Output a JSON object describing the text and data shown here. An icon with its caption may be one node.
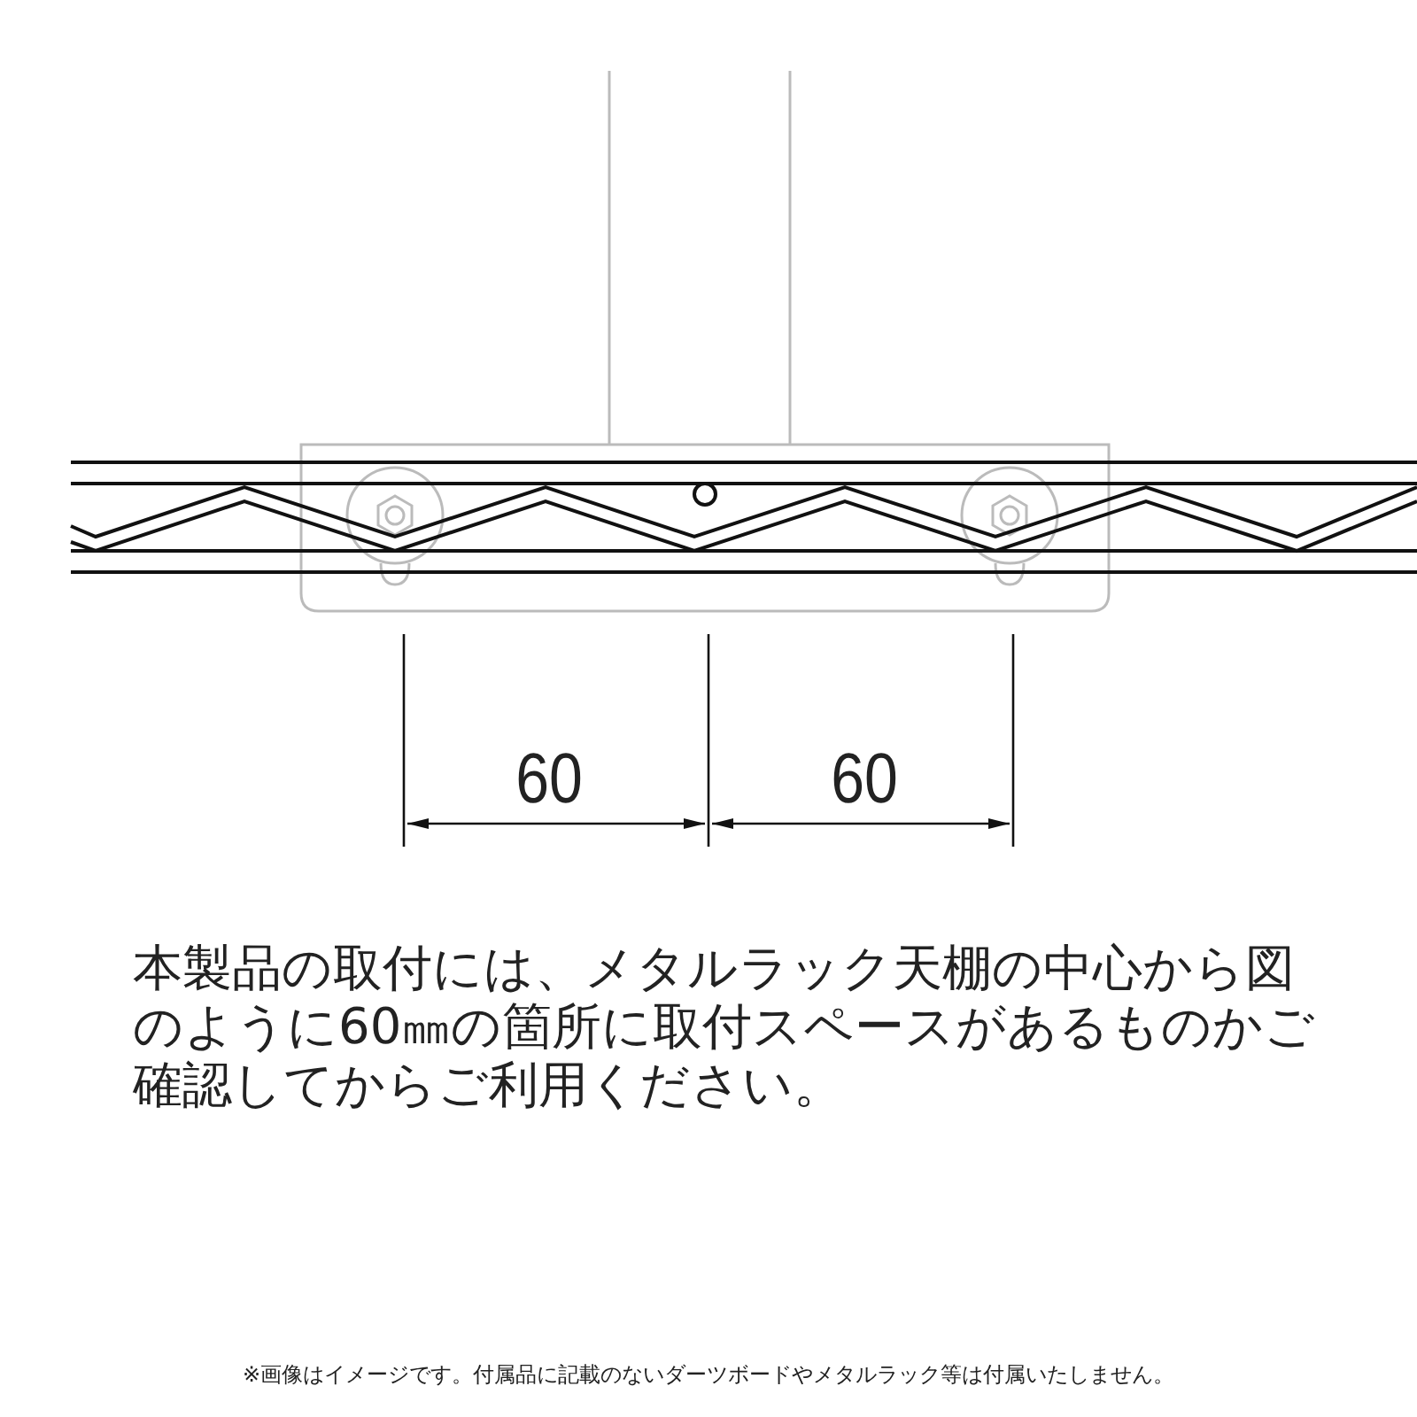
{
  "diagram": {
    "labels": [
      "60",
      "60",
      "本製品の取付には、メタルラック天棚の中心から図のように60㎜の箇所に取付スペースがあるものかご確認してからご利用ください。",
      "※画像はイメージです。付属品に記載のないダーツボードやメタルラック等は付属いたしません。"
    ]
  }
}
